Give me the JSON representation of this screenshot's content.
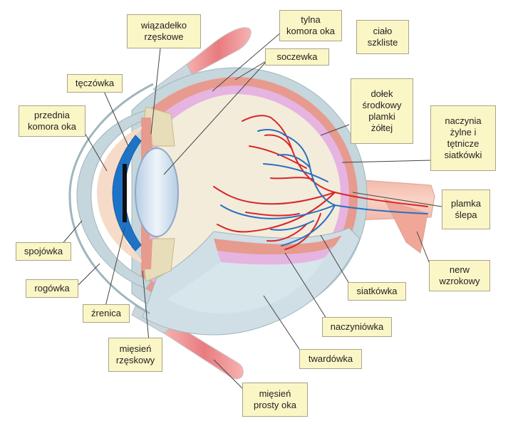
{
  "labels": {
    "ligament": "wiązadełko\nrzęskowe",
    "posterior_chamber": "tylna\nkomora oka",
    "vitreous": "ciało\nszkliste",
    "lens": "soczewka",
    "iris": "tęczówka",
    "anterior_chamber": "przednia\nkomora oka",
    "fovea": "dołek\nśrodkowy\nplamki\nżółtej",
    "vessels": "naczynia\nżylne i\ntętnicze\nsiatkówki",
    "blind_spot": "plamka\nślepa",
    "conjunctiva": "spojówka",
    "cornea": "rogówka",
    "optic_nerve": "nerw\nwzrokowy",
    "pupil": "źrenica",
    "retina": "siatkówka",
    "choroid": "naczyniówka",
    "ciliary_muscle": "mięsień\nrzęskowy",
    "sclera": "twardówka",
    "rectus_muscle": "mięsień\nprosty oka"
  },
  "colors": {
    "label_bg": "#fbf6c6",
    "sclera": "#c5d6dc",
    "choroid": "#e79a8e",
    "retina": "#e6b4e0",
    "vitreous": "#f3ecdb",
    "lens": "#dde9f4",
    "iris": "#1f73c6",
    "muscle": "#ec8b8d",
    "artery": "#d8262a",
    "vein": "#2b6fc0"
  }
}
